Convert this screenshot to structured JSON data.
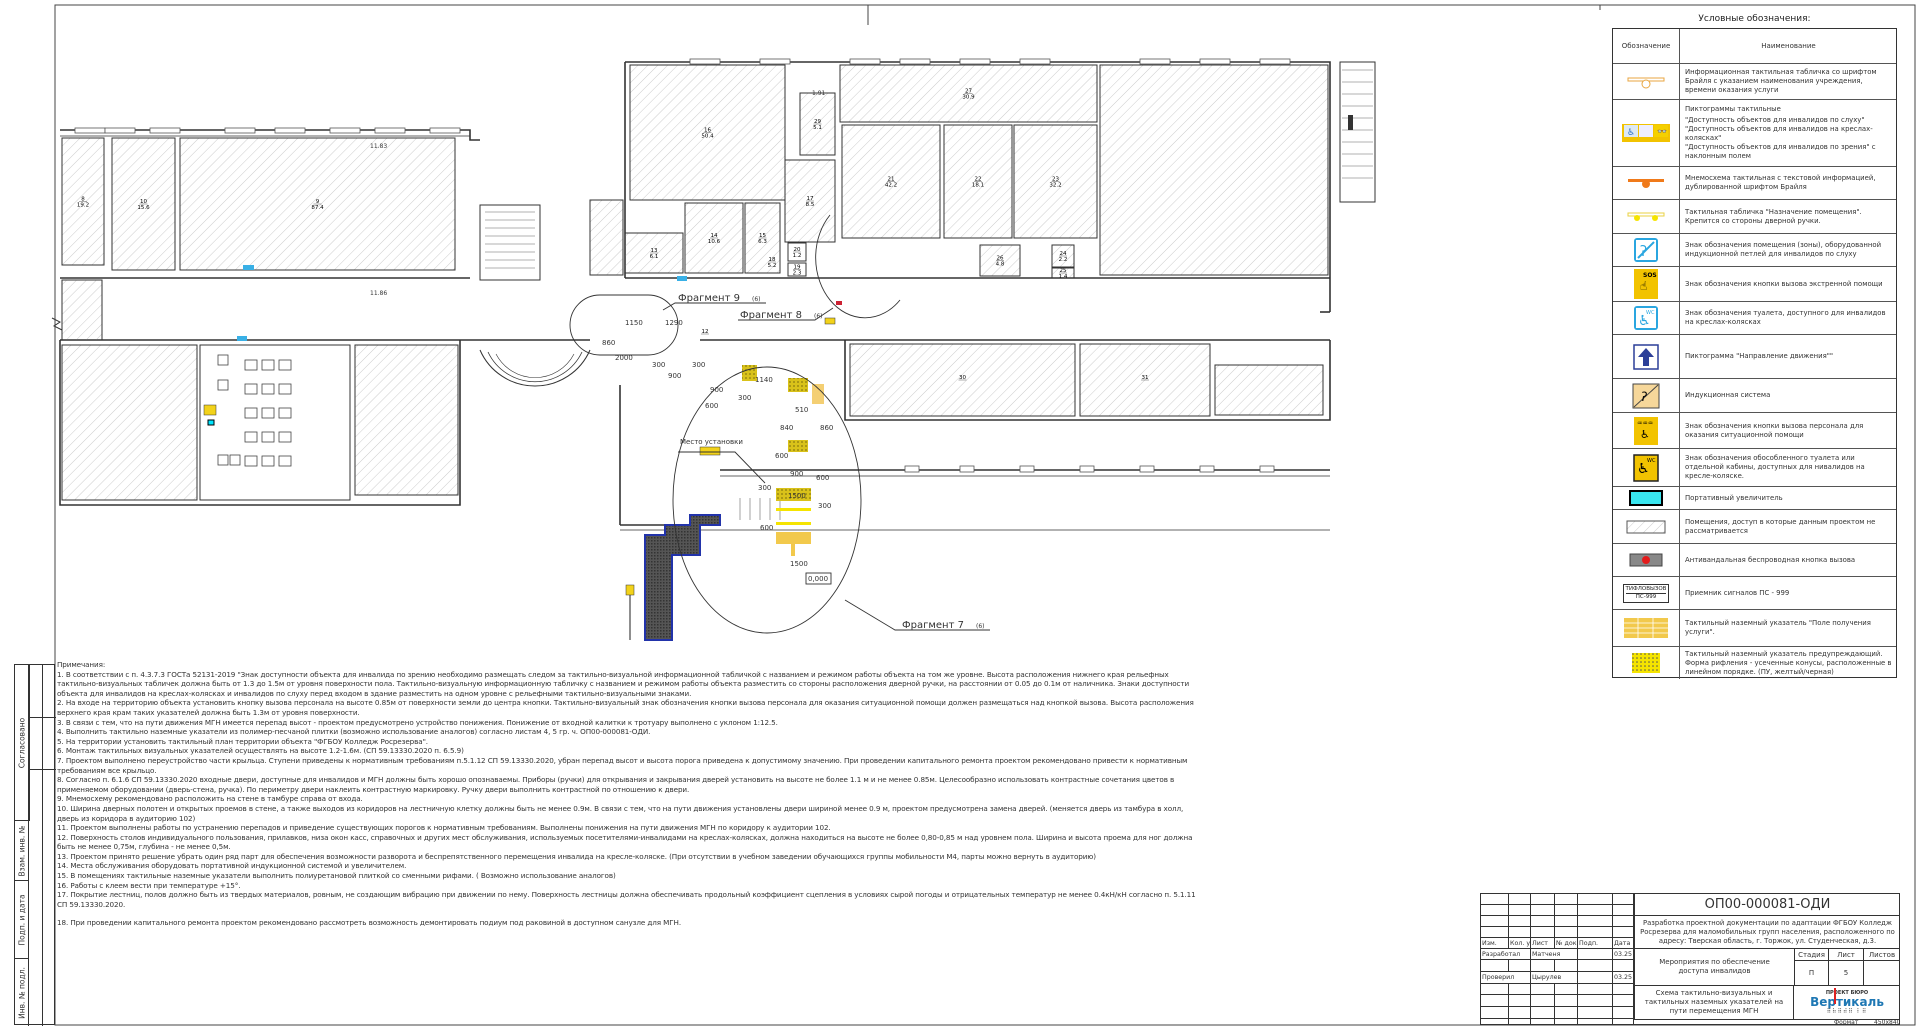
{
  "document": {
    "code": "ОП00-000081-ОДИ",
    "description": "Разработка проектной документации по адаптации ФГБОУ Колледж Росрезерва для маломобильных групп населения, расположенного по адресу: Тверская область, г. Торжок, ул. Студенческая, д.3.",
    "section": "Мероприятия по обеспечение доступа инвалидов",
    "sheet_title": "Схема тактильно-визуальных и тактильных наземных указателей на пути перемещения МГН",
    "stage_label": "Стадия",
    "stage": "П",
    "sheet_label": "Лист",
    "sheet": "5",
    "sheets_label": "Листов",
    "format_label": "Формат",
    "format": "450x840",
    "columns": [
      "Изм.",
      "Кол. уч",
      "Лист",
      "№ док",
      "Подп.",
      "Дата"
    ],
    "signatures": [
      {
        "role": "Разработал",
        "name": "Матченя",
        "date": "03.25"
      },
      {
        "role": "Проверил",
        "name": "Цырулев",
        "date": "03.25"
      }
    ],
    "logo": {
      "top": "ПРОЕКТ БЮРО",
      "name": "Вертикаль"
    }
  },
  "stamp": {
    "agreed": "Согласовано",
    "replace_inv": "Взам. инв. №",
    "sign_date": "Подп. и дата",
    "inv_orig": "Инв. № подл."
  },
  "legend": {
    "title": "Условные обозначения:",
    "col_symbol": "Обозначение",
    "col_name": "Наименование",
    "items": [
      {
        "icon": "info-plate-icon",
        "text": [
          "Информационная тактильная табличка со шрифтом Брайля с указанием наименования учреждения, времени оказания услуги"
        ]
      },
      {
        "icon": "tactile-pictograms-icon",
        "text": [
          "Пиктограммы тактильные",
          "\"Доступность объектов для инвалидов по слуху\"",
          "\"Доступность объектов для инвалидов на креслах-колясках\"",
          "\"Доступность объектов для инвалидов по зрения\" с наклонным полем"
        ]
      },
      {
        "icon": "mnemonic-scheme-icon",
        "text": [
          "Мнемосхема тактильная с текстовой информацией, дублированной шрифтом Брайля"
        ]
      },
      {
        "icon": "room-plate-icon",
        "text": [
          "Тактильная табличка \"Назначение помещения\". Крепится со стороны дверной ручки."
        ]
      },
      {
        "icon": "induction-loop-sign-icon",
        "text": [
          "Знак обозначения помещения (зоны), оборудованной индукционной петлей для инвалидов по слуху"
        ]
      },
      {
        "icon": "sos-button-sign-icon",
        "text": [
          "Знак обозначения кнопки вызова экстренной помощи"
        ]
      },
      {
        "icon": "accessible-wc-sign-icon",
        "text": [
          "Знак обозначения туалета, доступного для инвалидов на креслах-колясках"
        ]
      },
      {
        "icon": "direction-arrow-icon",
        "text": [
          "Пиктограмма \"Направление движения\"\""
        ]
      },
      {
        "icon": "induction-system-icon",
        "text": [
          "Индукционная система"
        ]
      },
      {
        "icon": "staff-call-sign-icon",
        "text": [
          "Знак обозначения кнопки вызова персонала для оказания ситуационной помощи"
        ]
      },
      {
        "icon": "separate-wc-sign-icon",
        "text": [
          "Знак обозначения обособленного туалета или отдельной кабины, доступных для нивалидов на кресле-коляске."
        ]
      },
      {
        "icon": "portable-magnifier-icon",
        "text": [
          "Портативный увеличитель"
        ]
      },
      {
        "icon": "excluded-room-hatch-icon",
        "text": [
          "Помещения, доступ в которые данным проектом не рассматривается"
        ]
      },
      {
        "icon": "wireless-call-button-icon",
        "text": [
          "Антивандальная беспроводная кнопка вызова"
        ]
      },
      {
        "icon": "signal-receiver-icon",
        "icon_text": [
          "ТИФЛОВЫЗОВ",
          "ПС-999"
        ],
        "text": [
          "Приемник сигналов ПС - 999"
        ]
      },
      {
        "icon": "service-field-tile-icon",
        "text": [
          "Тактильный наземный указатель \"Поле получения услуги\"."
        ]
      },
      {
        "icon": "warning-tile-icon",
        "text": [
          "Тактильный наземный указатель предупреждающий. Форма рифления - усеченные конусы, расположенные в линейном порядке. (ПУ, желтый/черная)"
        ]
      }
    ]
  },
  "plan": {
    "fragments": [
      "Фрагмент 9",
      "Фрагмент 8",
      "Фрагмент 7"
    ],
    "fragment_sheet": "(6)",
    "install_place": "Место установки",
    "level_mark": "0,000",
    "rooms": [
      {
        "num": "8",
        "area": "19.2"
      },
      {
        "num": "10",
        "area": "15.6"
      },
      {
        "num": "9",
        "area": "87.4"
      },
      {
        "num": "16",
        "area": "50.4"
      },
      {
        "num": "29",
        "area": "5.1"
      },
      {
        "num": "27",
        "area": "30.9"
      },
      {
        "num": "17",
        "area": "8.5"
      },
      {
        "num": "14",
        "area": "10.6"
      },
      {
        "num": "15",
        "area": "6.3"
      },
      {
        "num": "13",
        "area": "6.1"
      },
      {
        "num": "21",
        "area": "42.2"
      },
      {
        "num": "22",
        "area": "18.1"
      },
      {
        "num": "23",
        "area": "32.2"
      },
      {
        "num": "20",
        "area": "1.2"
      },
      {
        "num": "18",
        "area": "5.2"
      },
      {
        "num": "19",
        "area": "2.3"
      },
      {
        "num": "26",
        "area": "4.8"
      },
      {
        "num": "24",
        "area": "2.2"
      },
      {
        "num": "25",
        "area": "1.4"
      },
      {
        "num": "30",
        "area": ""
      },
      {
        "num": "31",
        "area": ""
      },
      {
        "num": "12",
        "area": ""
      }
    ],
    "dims": [
      "1150",
      "1290",
      "860",
      "2000",
      "300",
      "900",
      "300",
      "900",
      "600",
      "1140",
      "300",
      "510",
      "840",
      "860",
      "900",
      "600",
      "1500",
      "600",
      "300",
      "300",
      "600",
      "1500",
      "1.91",
      "11.83",
      "11.86"
    ]
  },
  "notes": {
    "title": "Примечания:",
    "items": [
      "1. В соответствии с п. 4.3.7.3 ГОСТа 52131-2019 \"Знак доступности объекта для инвалида по зрению необходимо размещать следом за тактильно-визуальной информационной табличкой с названием и режимом работы объекта на том же уровне. Высота расположения нижнего края рельефных тактильно-визуальных табличек должна быть от 1.3 до 1.5м от уровня поверхности пола. Тактильно-визуальную информационную табличку с названием и режимом работы объекта разместить со стороны расположения дверной ручки, на расстоянии от 0.05 до 0.1м от наличника. Знаки доступности объекта для инвалидов на креслах-колясках и инвалидов по слуху перед входом в здание разместить на одном уровне с рельефными тактильно-визуальными знаками.",
      "2. На входе на территорию объекта установить кнопку вызова персонала на высоте 0.85м от поверхности земли до центра кнопки. Тактильно-визуальный знак обозначения кнопки вызова персонала для оказания ситуационной помощи должен размещаться над кнопкой вызова. Высота расположения верхнего края крам таких указателей должна быть 1.3м от уровня поверхности.",
      "3. В связи с тем, что на пути движения МГН имеется перепад высот - проектом предусмотрено устройство понижения. Понижение от входной калитки к тротуару выполнено с уклоном 1:12.5.",
      "4. Выполнить тактильно наземные указатели из полимер-песчаной плитки (возможно использование аналогов) согласно листам 4, 5 гр. ч. ОП00-000081-ОДИ.",
      "5. На территории установить тактильный план территории объекта \"ФГБОУ Колледж Росрезерва\".",
      "6. Монтаж тактильных визуальных указателей осуществлять на высоте 1.2-1.6м. (СП 59.13330.2020 п. 6.5.9)",
      "7. Проектом выполнено переустройство части крыльца. Ступени приведены к нормативным требованиям п.5.1.12 СП 59.13330.2020, убран перепад высот и высота порога приведена к допустимому значению. При проведении капитального ремонта проектом рекомендовано привести к нормативным требованиям все крыльцо.",
      "8. Согласно п. 6.1.6 СП 59.13330.2020 входные двери, доступные для инвалидов и МГН должны быть хорошо опознаваемы. Приборы (ручки) для открывания и закрывания дверей установить на высоте не более 1.1 м и не менее 0.85м. Целесообразно использовать контрастные сочетания цветов в применяемом оборудовании (дверь-стена, ручка). По периметру двери наклеить контрастную маркировку. Ручку двери выполнить контрастной по отношению к двери.",
      "9. Мнемосхему рекомендовано расположить на стене в тамбуре справа от входа.",
      "10. Ширина дверных полотен и открытых проемов в стене, а также выходов из коридоров на лестничную клетку должны быть не менее 0.9м. В связи с тем, что на пути движения установлены двери шириной менее 0.9 м, проектом предусмотрена замена дверей. (меняется дверь из тамбура в холл, дверь из коридора в аудиторию 102)",
      "11. Проектом выполнены работы по устранению перепадов и приведение существующих порогов к нормативным требованиям. Выполнены понижения на пути движения МГН по коридору к аудитории 102.",
      "12. Поверхность столов индивидуального пользования, прилавков, низа окон касс, справочных и других мест обслуживания, используемых посетителями-инвалидами на креслах-колясках, должна находиться на высоте не более 0,80-0,85 м над уровнем пола. Ширина и высота проема для ног должна быть не менее 0,75м, глубина - не менее 0,5м.",
      "13. Проектом принято решение убрать один ряд парт для обеспечения возможности разворота и беспрепятственного перемещения инвалида на кресле-коляске. (При отсутствии в учебном заведении обучающихся группы мобильности М4, парты можно вернуть в аудиторию)",
      "14. Места обслуживания оборудовать портативной индукционной системой и увеличителем.",
      "15. В помещениях тактильные наземные указатели выполнить полиуретановой плиткой со сменными рифами. ( Возможно использование аналогов)",
      "16. Работы с клеем вести при температуре +15°.",
      "17. Покрытие лестниц, полов должно быть из твердых материалов, ровным, не создающим вибрацию при движении по нему. Поверхность лестницы должна обеспечивать продольный коэффициент сцепления в условиях сырой погоды и отрицательных температур не менее 0.4кН/кН согласно п. 5.1.11 СП 59.13330.2020.",
      "18. При проведении капитального ремонта проектом рекомендовано рассмотреть возможность демонтировать подиум под раковиной в доступном санузле для МГН."
    ]
  }
}
